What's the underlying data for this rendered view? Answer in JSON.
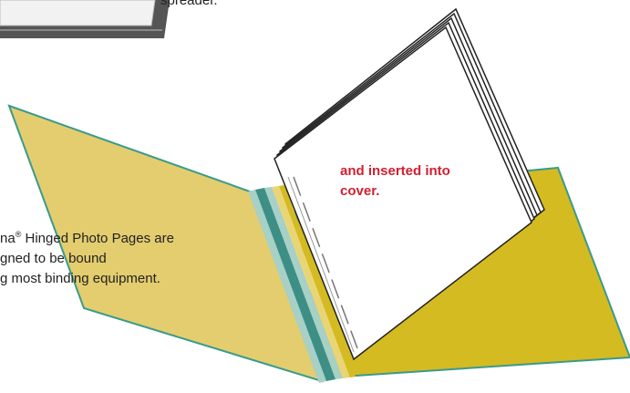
{
  "top_caption": "spreader.",
  "left_caption": {
    "line1_prefix": "na",
    "line1_mark": "®",
    "line1_suffix": " Hinged Photo Pages are",
    "line2": "gned to be bound",
    "line3": "g most binding equipment."
  },
  "red_caption": {
    "line1": "and inserted into",
    "line2": "cover."
  },
  "colors": {
    "left_cover": "#e3cd6e",
    "right_cover": "#d4bb22",
    "cover_edge": "#3a9a8c",
    "spine_teal": "#3d8f86",
    "spine_light": "#a7d0c6",
    "page_fill": "#ffffff",
    "page_stroke": "#222222",
    "red_text": "#d21f2f"
  }
}
